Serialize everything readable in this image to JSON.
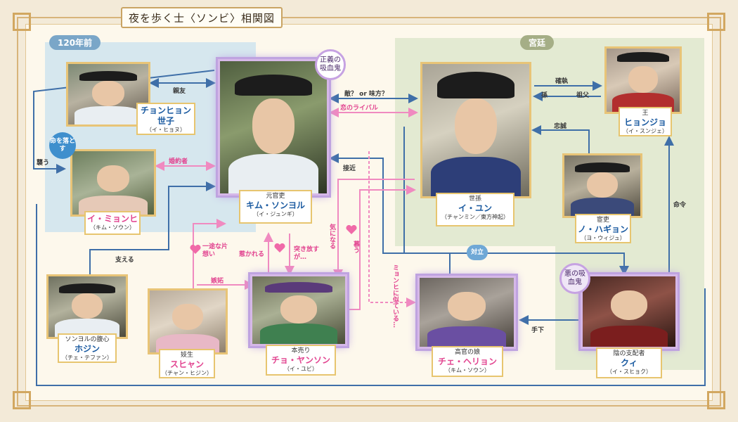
{
  "title": "夜を歩く士〈ソンビ〉相関図",
  "zones": {
    "past": "120年前",
    "palace": "宮廷"
  },
  "badges": {
    "righteous": "正義の吸血鬼",
    "evil": "悪の吸血鬼",
    "life": "命を落とす",
    "opposed": "対立"
  },
  "colors": {
    "blue_line": "#3f6fa8",
    "pink_line": "#f08ac0",
    "frame": "#d8b47a",
    "name_blue": "#1a5aa0",
    "name_pink": "#e24490"
  },
  "characters": {
    "jeongyeon": {
      "role": "",
      "name": "チョンヒョン",
      "name2": "世子",
      "actor": "（イ・ヒョヌ）"
    },
    "myeonghee": {
      "role": "",
      "name": "イ・ミョンヒ",
      "actor": "（キム・ソウン）"
    },
    "seonggyeol": {
      "role": "元官吏",
      "name": "キム・ソンヨル",
      "actor": "（イ・ジュンギ）"
    },
    "yun": {
      "role": "世孫",
      "name": "イ・ユン",
      "actor": "（チャンミン／東方神起）"
    },
    "hyeonjo": {
      "role": "王",
      "name": "ヒョンジョ",
      "actor": "（イ・スンジェ）"
    },
    "hagyeong": {
      "role": "宦吏",
      "name": "ノ・ハギョン",
      "actor": "（ヨ・ウィジュ）"
    },
    "hojin": {
      "role": "ソンヨルの腹心",
      "name": "ホジン",
      "actor": "（チェ・テファン）"
    },
    "suhyang": {
      "role": "妓生",
      "name": "スヒャン",
      "actor": "（チャン・ヒジン）"
    },
    "yangseon": {
      "role": "本売り",
      "name": "チョ・ヤンソン",
      "actor": "（イ・ユビ）"
    },
    "hyeryeong": {
      "role": "高官の娘",
      "name": "チェ・ヘリョン",
      "actor": "（キム・ソウン）"
    },
    "gwi": {
      "role": "陰の支配者",
      "name": "クィ",
      "actor": "（イ・スヒョク）"
    }
  },
  "relations": {
    "friends": "親友",
    "enemy_or_ally": "敵？ or 味方？",
    "love_rival": "恋のライバル",
    "fiance": "婚約者",
    "attack": "襲う",
    "support": "支える",
    "approach": "接近",
    "unrequited": "一途な片想い",
    "jealousy": "嫉妬",
    "attracted": "惹かれる",
    "push_away": "突き放すが…",
    "concerned": "気になる",
    "longing": "慕う",
    "resembles": "ミョンヒに似ている…",
    "subordinate": "手下",
    "order": "命令",
    "loyalty": "忠誠",
    "grandson": "孫",
    "grandfather": "祖父",
    "conflict": "確執"
  }
}
